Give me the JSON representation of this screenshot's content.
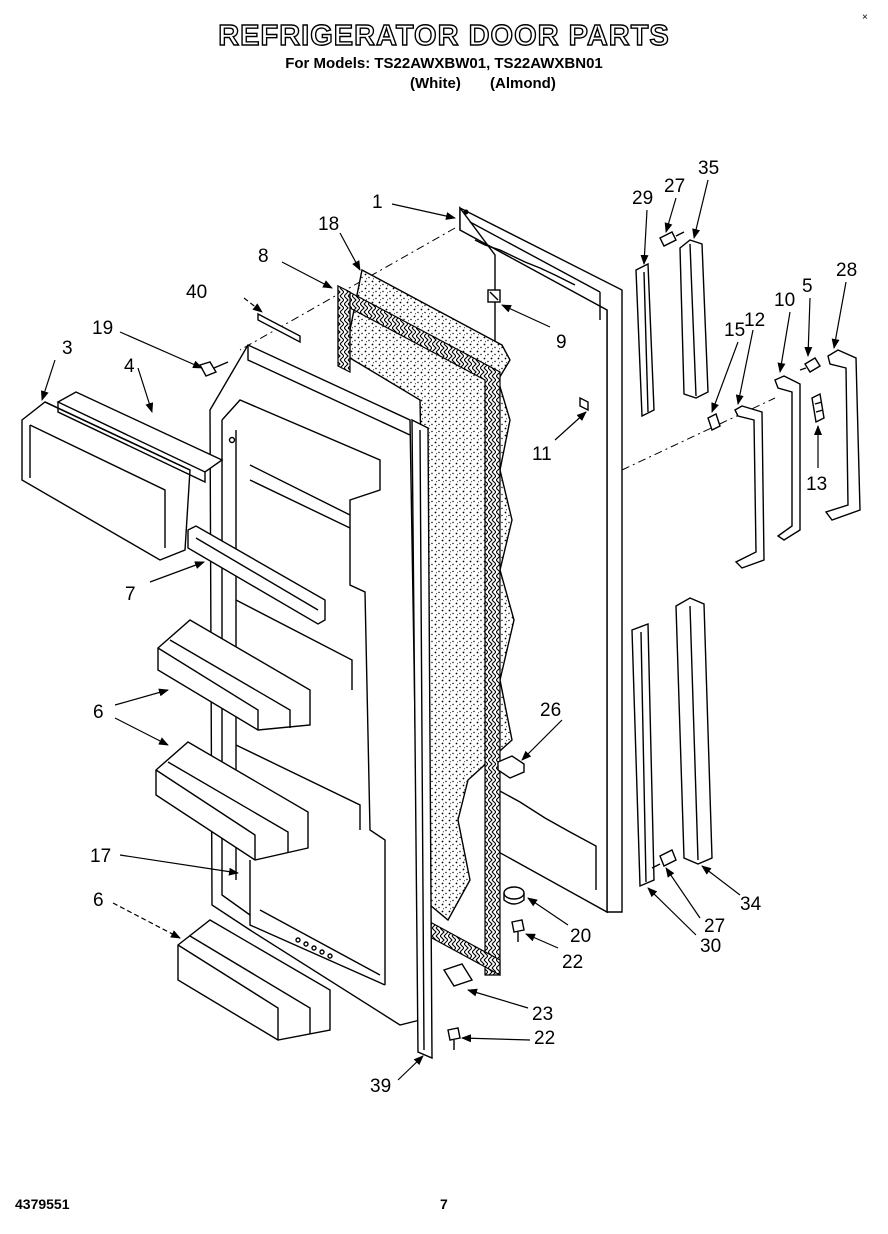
{
  "header": {
    "title": "REFRIGERATOR DOOR PARTS",
    "subtitle": "For Models: TS22AWXBW01, TS22AWXBN01",
    "variant_white": "(White)",
    "variant_almond": "(Almond)"
  },
  "footer": {
    "doc_number": "4379551",
    "page_number": "7"
  },
  "corner_mark": "×",
  "callouts": {
    "c1": "1",
    "c3": "3",
    "c4": "4",
    "c5": "5",
    "c6a": "6",
    "c6b": "6",
    "c7": "7",
    "c8": "8",
    "c9": "9",
    "c10": "10",
    "c11": "11",
    "c12": "12",
    "c13": "13",
    "c15": "15",
    "c17": "17",
    "c18": "18",
    "c19": "19",
    "c20": "20",
    "c22a": "22",
    "c22b": "22",
    "c23": "23",
    "c26": "26",
    "c27a": "27",
    "c27b": "27",
    "c28": "28",
    "c29": "29",
    "c30": "30",
    "c34": "34",
    "c35": "35",
    "c39": "39",
    "c40": "40"
  }
}
